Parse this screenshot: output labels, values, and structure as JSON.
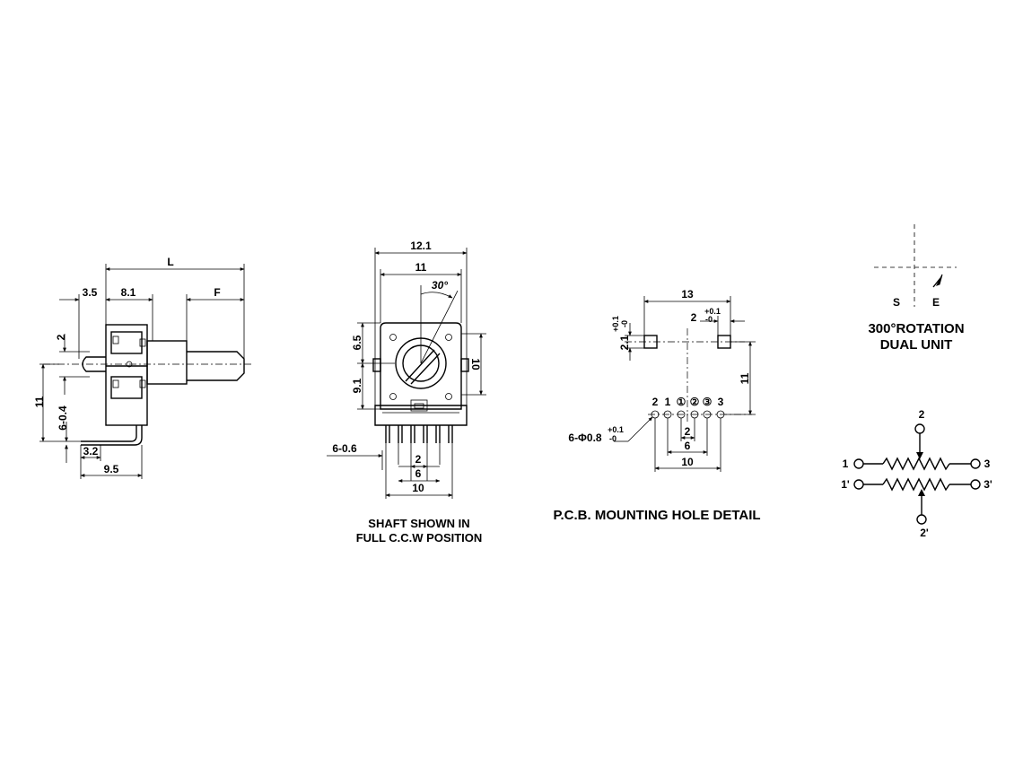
{
  "side_view": {
    "dim_L": "L",
    "dim_3_5": "3.5",
    "dim_8_1": "8.1",
    "dim_F": "F",
    "dim_2": "2",
    "dim_11": "11",
    "dim_6_0_4": "6-0.4",
    "dim_3_2": "3.2",
    "dim_9_5": "9.5"
  },
  "front_view": {
    "dim_12_1": "12.1",
    "dim_11": "11",
    "dim_30": "30°",
    "dim_6_5": "6.5",
    "dim_10": "10",
    "dim_9_1": "9.1",
    "dim_6_0_6": "6-0.6",
    "dim_2": "2",
    "dim_6": "6",
    "dim_10_bottom": "10",
    "caption_line1": "SHAFT SHOWN IN",
    "caption_line2": "FULL C.C.W POSITION"
  },
  "pcb_detail": {
    "dim_13": "13",
    "dim_2": "2",
    "tol_plus": "+0.1",
    "tol_minus": "-0",
    "dim_2_1": "2.1",
    "dim_11": "11",
    "pin_labels": [
      "2",
      "1",
      "①",
      "②",
      "③",
      "3"
    ],
    "hole_spec": "6-Φ0.8",
    "dim_2_b": "2",
    "dim_6": "6",
    "dim_10": "10",
    "title": "P.C.B. MOUNTING HOLE DETAIL"
  },
  "rotation": {
    "label_s": "S",
    "label_e": "E",
    "line1": "300°ROTATION",
    "line2": "DUAL UNIT"
  },
  "schematic": {
    "t1": "1",
    "t2": "2",
    "t3": "3",
    "t1p": "1'",
    "t2p": "2'",
    "t3p": "3'"
  }
}
